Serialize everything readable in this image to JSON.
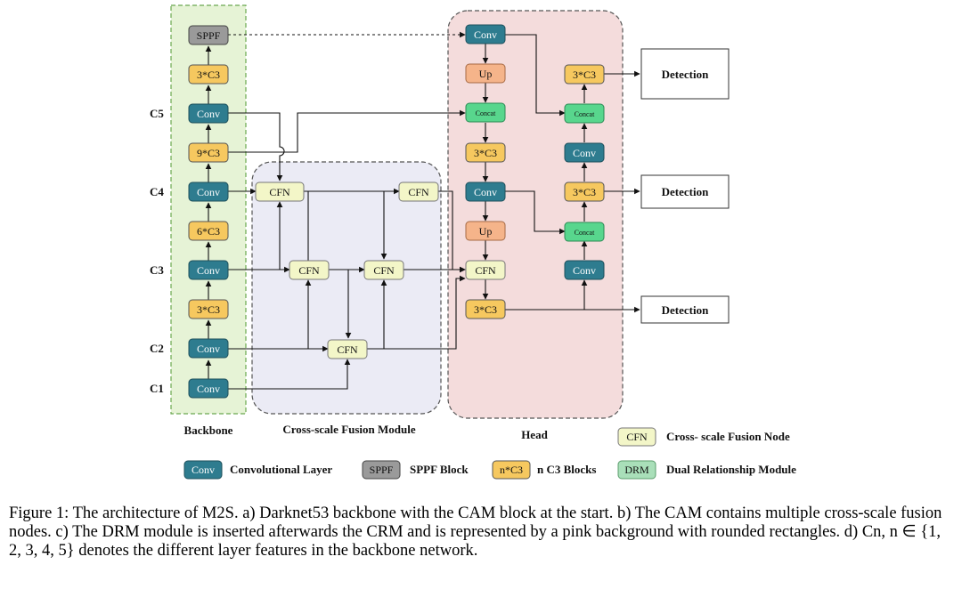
{
  "regions": {
    "backbone": "Backbone",
    "fusion": "Cross-scale Fusion Module",
    "head": "Head"
  },
  "levels": [
    "C5",
    "C4",
    "C3",
    "C2",
    "C1"
  ],
  "nodes": {
    "sppf": "SPPF",
    "b_3c3_top": "3*C3",
    "b_conv_c5": "Conv",
    "b_9c3": "9*C3",
    "b_conv_c4": "Conv",
    "b_6c3": "6*C3",
    "b_conv_c3": "Conv",
    "b_3c3_low": "3*C3",
    "b_conv_c2": "Conv",
    "b_conv_c1": "Conv",
    "f_cfn_a": "CFN",
    "f_cfn_b": "CFN",
    "f_cfn_c": "CFN",
    "f_cfn_d": "CFN",
    "f_cfn_e": "CFN",
    "h_conv_top": "Conv",
    "h_up1": "Up",
    "h_concat1": "Concat",
    "h_3c3_a": "3*C3",
    "h_conv_mid": "Conv",
    "h_up2": "Up",
    "h_cfn": "CFN",
    "h_3c3_b": "3*C3",
    "r_3c3_top": "3*C3",
    "r_concat_top": "Concat",
    "r_conv_a": "Conv",
    "r_3c3_mid": "3*C3",
    "r_concat_mid": "Concat",
    "r_conv_b": "Conv"
  },
  "outputs": [
    "Detection",
    "Detection",
    "Detection"
  ],
  "legend": {
    "cfn_sym": "CFN",
    "cfn_label": "Cross- scale Fusion Node",
    "conv_sym": "Conv",
    "conv_label": "Convolutional Layer",
    "sppf_sym": "SPPF",
    "sppf_label": "SPPF Block",
    "c3_sym": "n*C3",
    "c3_label": "n C3 Blocks",
    "drm_sym": "DRM",
    "drm_label": "Dual Relationship Module"
  },
  "caption": "Figure 1: The architecture of M2S. a) Darknet53 backbone with the CAM block at the start. b) The CAM contains multiple cross-scale fusion nodes. c) The DRM module is inserted afterwards the CRM and is represented by a pink background with rounded rectangles. d) Cn, n ∈ {1, 2, 3, 4, 5} denotes the different layer features in the backbone network.",
  "colors": {
    "conv": "#2e7c8f",
    "c3": "#f6c85f",
    "sppf": "#9a9a9a",
    "cfn": "#f3f6c8",
    "concat": "#58d68d",
    "up": "#f5b48a",
    "backbone_bg": "#e6f3d6",
    "fusion_bg": "#ebebf5",
    "head_bg": "#f4dcdc"
  }
}
